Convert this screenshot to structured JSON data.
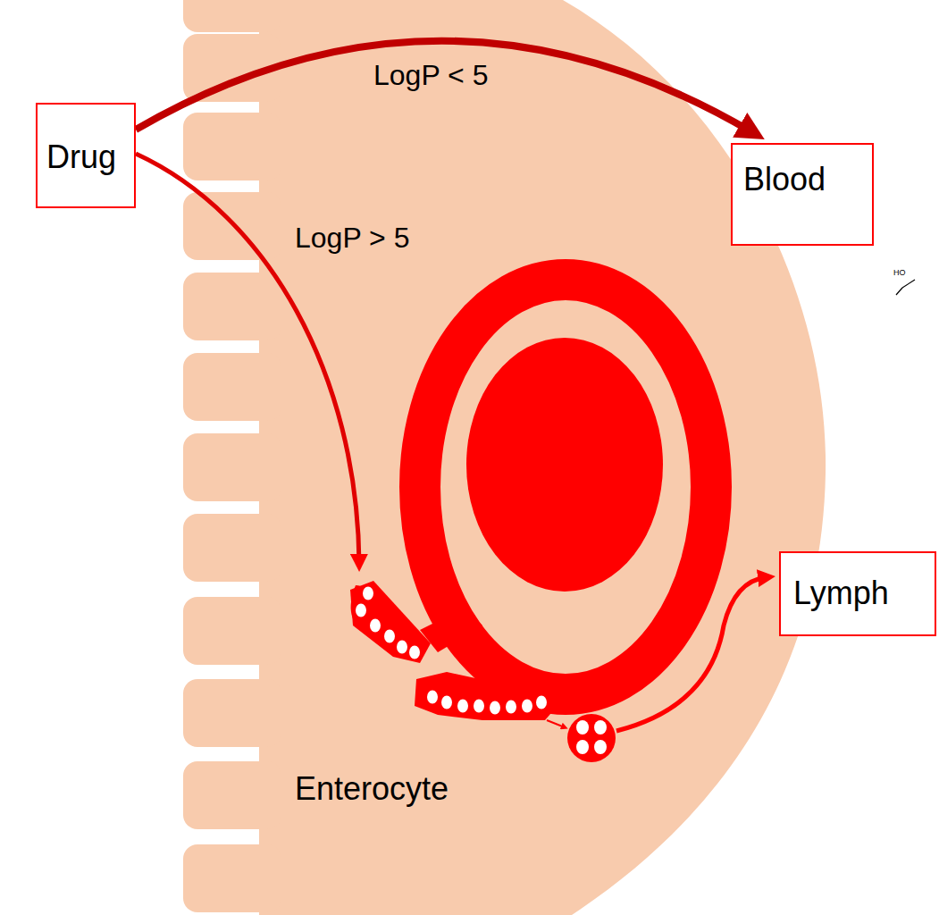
{
  "diagram": {
    "nodes": [
      {
        "text": [
          "Drug"
        ]
      },
      {
        "text": [
          "Blood"
        ]
      },
      {
        "text": [
          "Lymph"
        ]
      },
      {
        "text": [
          "Enterocyte"
        ]
      }
    ],
    "edges": [
      {
        "from": 0,
        "to": 1,
        "arrow": "to",
        "label": "LogP < 5"
      }
    ],
    "labels": [
      "LogP > 5",
      "HO"
    ]
  }
}
